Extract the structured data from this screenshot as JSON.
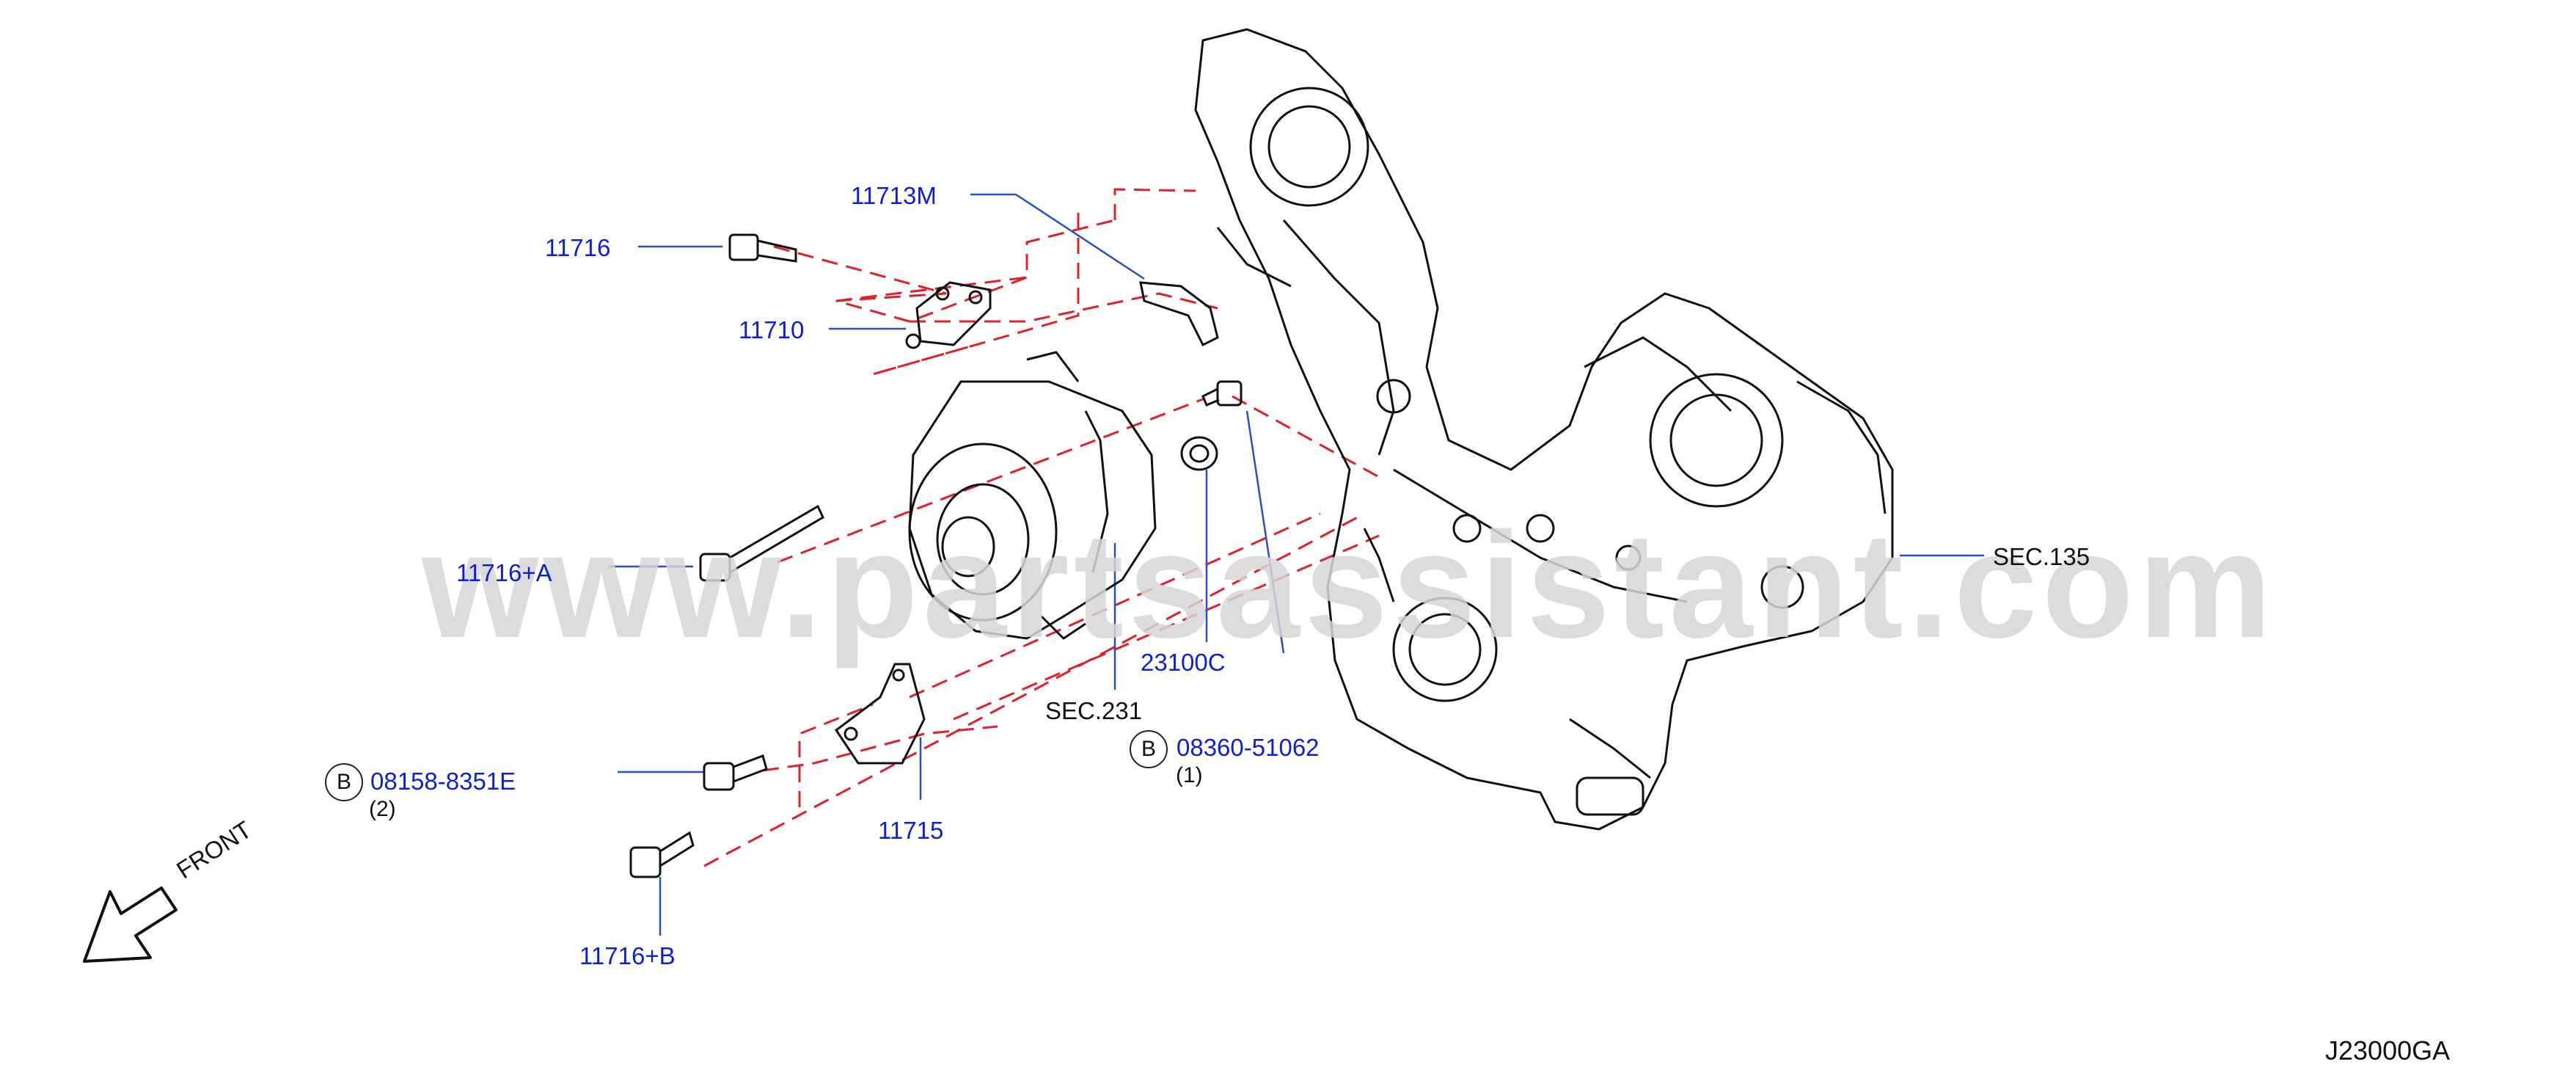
{
  "watermark": "www.partsassistant.com",
  "labels": {
    "p11716": "11716",
    "p11713M": "11713M",
    "p11710": "11710",
    "p11716A": "11716+A",
    "p23100C": "23100C",
    "sec231": "SEC.231",
    "sec135": "SEC.135",
    "b_marker": "B",
    "p08158": "08158-8351E",
    "p08158_qty": "(2)",
    "p08360": "08360-51062",
    "p08360_qty": "(1)",
    "p11715": "11715",
    "p11716B": "11716+B",
    "front": "FRONT",
    "diagram_code": "J23000GA"
  },
  "colors": {
    "callout_text": "#0a1fd6",
    "leader_line": "#2a4fbf",
    "dash_line": "#e0202a",
    "drawing": "#111111",
    "watermark": "#d6d6d6"
  }
}
